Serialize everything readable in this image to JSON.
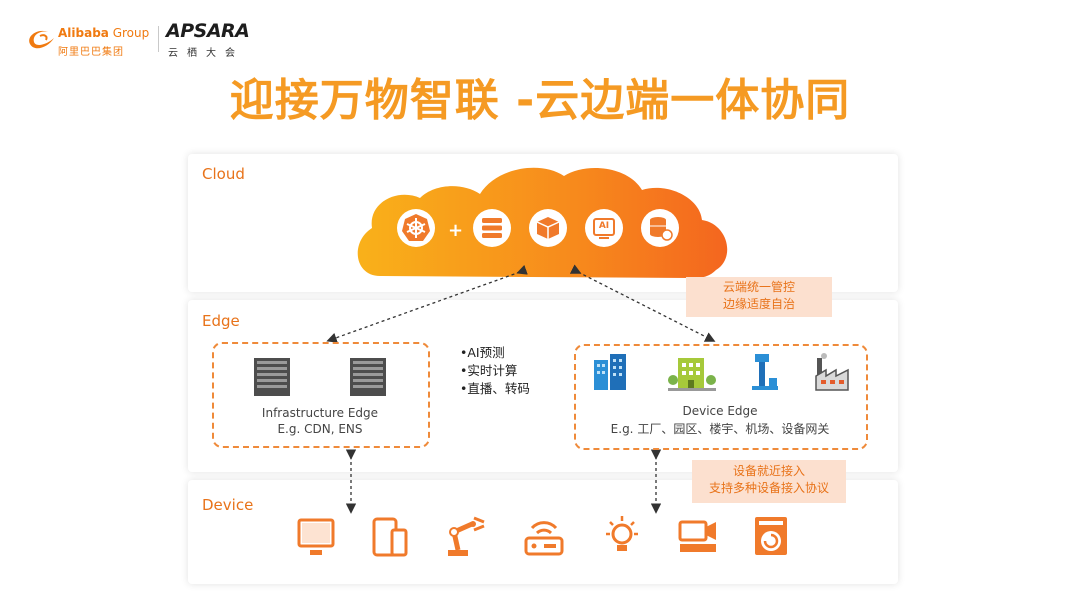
{
  "header": {
    "alibaba_brand_bold": "Alibaba",
    "alibaba_brand_light": " Group",
    "alibaba_cn": "阿里巴巴集团",
    "apsara_name": "APSARA",
    "apsara_sub": "云栖大会"
  },
  "title": "迎接万物智联 -云边端一体协同",
  "sections": {
    "cloud": "Cloud",
    "edge": "Edge",
    "device": "Device"
  },
  "cloud": {
    "plus": "+",
    "ai_chip_label": "AI"
  },
  "infra_edge": {
    "line1": "Infrastructure Edge",
    "line2": "E.g. CDN, ENS"
  },
  "device_edge": {
    "line1": "Device Edge",
    "line2": "E.g. 工厂、园区、楼宇、机场、设备网关"
  },
  "bullets": [
    "•AI预测",
    "•实时计算",
    "•直播、转码"
  ],
  "notes": {
    "cloud_edge": [
      "云端统一管控",
      "边缘适度自治"
    ],
    "edge_device": [
      "设备就近接入",
      "支持多种设备接入协议"
    ]
  },
  "colors": {
    "accent": "#f59a23",
    "label": "#e8731a",
    "icon": "#f07a2b",
    "note_bg": "#fce0cf"
  },
  "icons": {
    "cloud": [
      "kubernetes-icon",
      "server-stack-icon",
      "container-cube-icon",
      "ai-chip-icon",
      "database-cloud-icon"
    ],
    "device_edge": [
      "buildings-icon",
      "factory-park-icon",
      "airport-tower-icon",
      "factory-icon"
    ],
    "devices": [
      "monitor-icon",
      "tablet-phone-icon",
      "robot-arm-icon",
      "router-icon",
      "light-bulb-icon",
      "video-camera-icon",
      "washing-machine-icon"
    ]
  }
}
